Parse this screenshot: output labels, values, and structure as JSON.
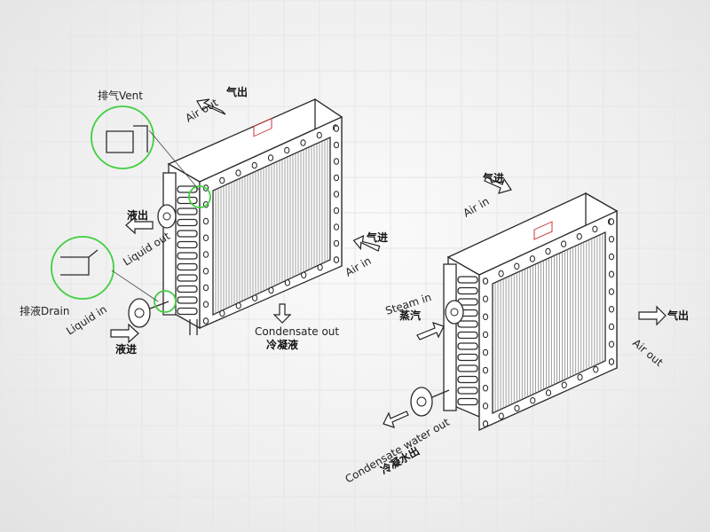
{
  "left_unit": {
    "vent": "排气Vent",
    "air_out_cn": "气出",
    "air_out_en": "Air out",
    "air_in_cn": "气进",
    "air_in_en": "Air in",
    "liquid_out_cn": "液出",
    "liquid_out_en": "Liquid out",
    "drain": "排液Drain",
    "liquid_in_en": "Liquid in",
    "liquid_in_cn": "液进",
    "condensate_out_en": "Condensate  out",
    "condensate_out_cn": "冷凝液"
  },
  "right_unit": {
    "air_in_cn": "气进",
    "air_in_en": "Air in",
    "steam_in_en": "Steam in",
    "steam_in_cn": "蒸汽",
    "air_out_cn": "气出",
    "air_out_en": "Air out",
    "condensate_water_out_en": "Condensate water out",
    "condensate_water_out_cn": "冷凝水出"
  },
  "colors": {
    "highlight": "#3fcf3f",
    "line": "#2b2b2b",
    "tag": "#cc3333"
  }
}
